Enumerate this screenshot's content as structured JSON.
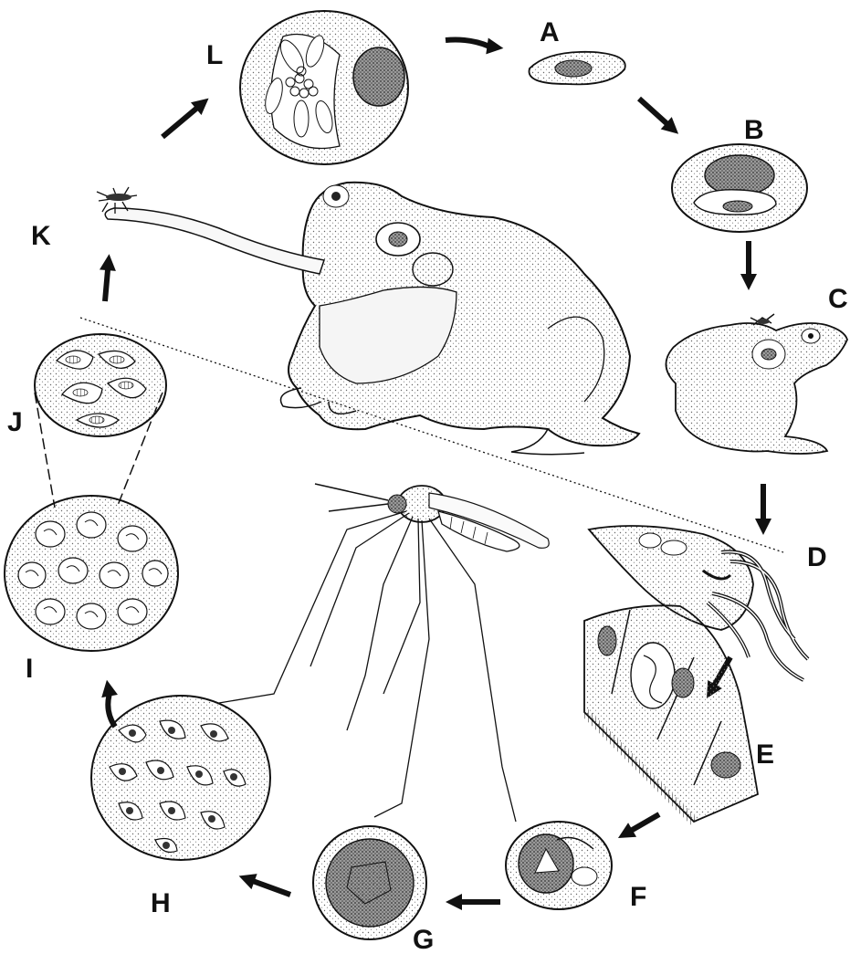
{
  "labels": {
    "A": "A",
    "B": "B",
    "C": "C",
    "D": "D",
    "E": "E",
    "F": "F",
    "G": "G",
    "H": "H",
    "I": "I",
    "J": "J",
    "K": "K",
    "L": "L"
  },
  "colors": {
    "ink": "#1a1a1a",
    "stipple": "#777777",
    "background": "#ffffff"
  }
}
